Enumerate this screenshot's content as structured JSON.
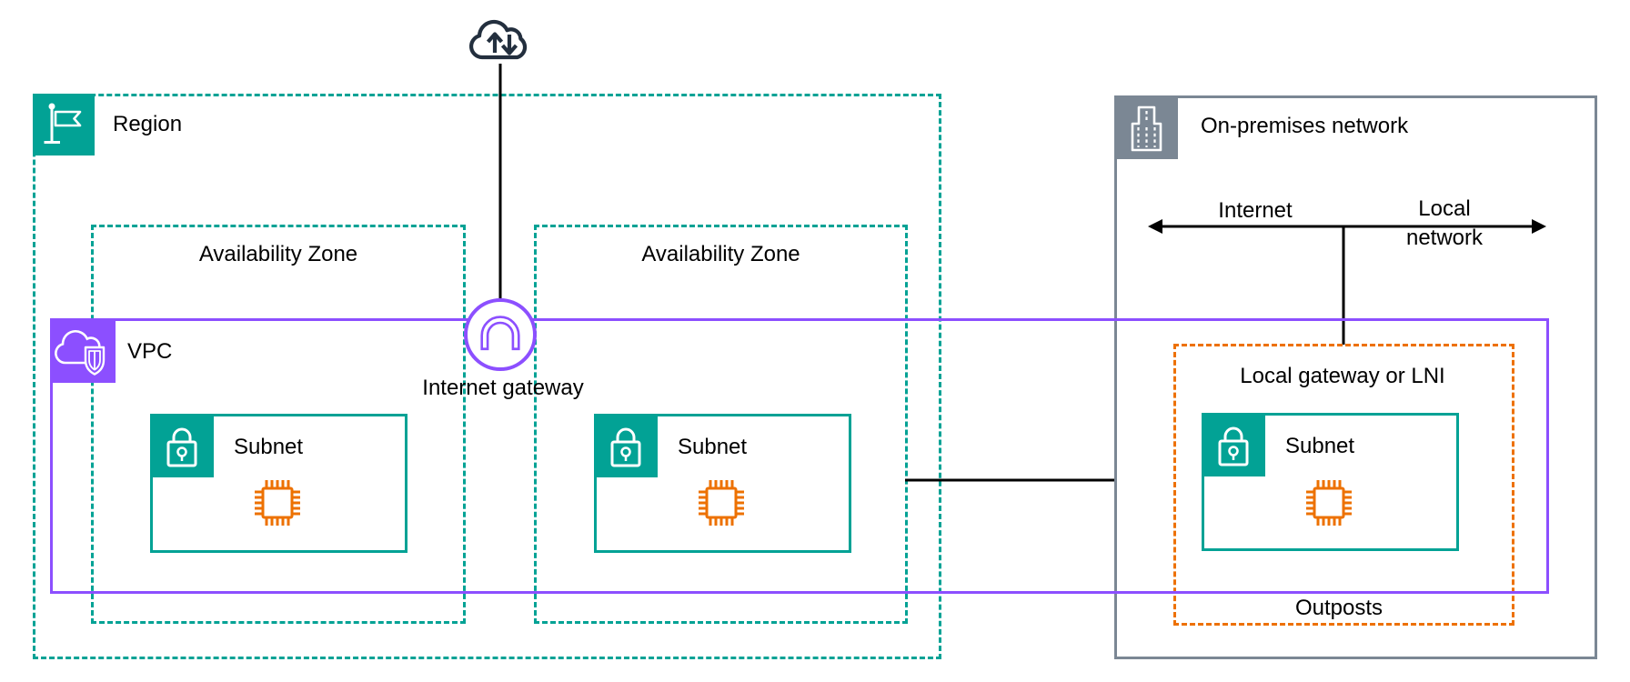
{
  "region": {
    "label": "Region"
  },
  "availability_zones": [
    {
      "label": "Availability Zone"
    },
    {
      "label": "Availability Zone"
    }
  ],
  "vpc": {
    "label": "VPC"
  },
  "internet_gateway": {
    "label": "Internet gateway"
  },
  "subnets": [
    {
      "label": "Subnet"
    },
    {
      "label": "Subnet"
    },
    {
      "label": "Subnet"
    }
  ],
  "on_premises": {
    "label": "On-premises network"
  },
  "network_arrow": {
    "internet_label": "Internet",
    "local_label_line1": "Local",
    "local_label_line2": "network"
  },
  "outposts": {
    "local_gateway_label": "Local gateway or LNI",
    "label": "Outposts"
  },
  "colors": {
    "teal": "#02A295",
    "purple": "#8C4FFF",
    "orange": "#ED7100",
    "gray": "#7B8794",
    "navy": "#232F3E",
    "line_black": "#000000",
    "white": "#FFFFFF"
  },
  "icons": {
    "region": "flag-icon",
    "vpc": "cloud-shield-icon",
    "internet_gateway": "gateway-arch-icon",
    "subnet": "lock-icon",
    "instance": "chip-icon",
    "on_premises": "building-icon",
    "public_internet": "cloud-updown-arrows-icon"
  }
}
